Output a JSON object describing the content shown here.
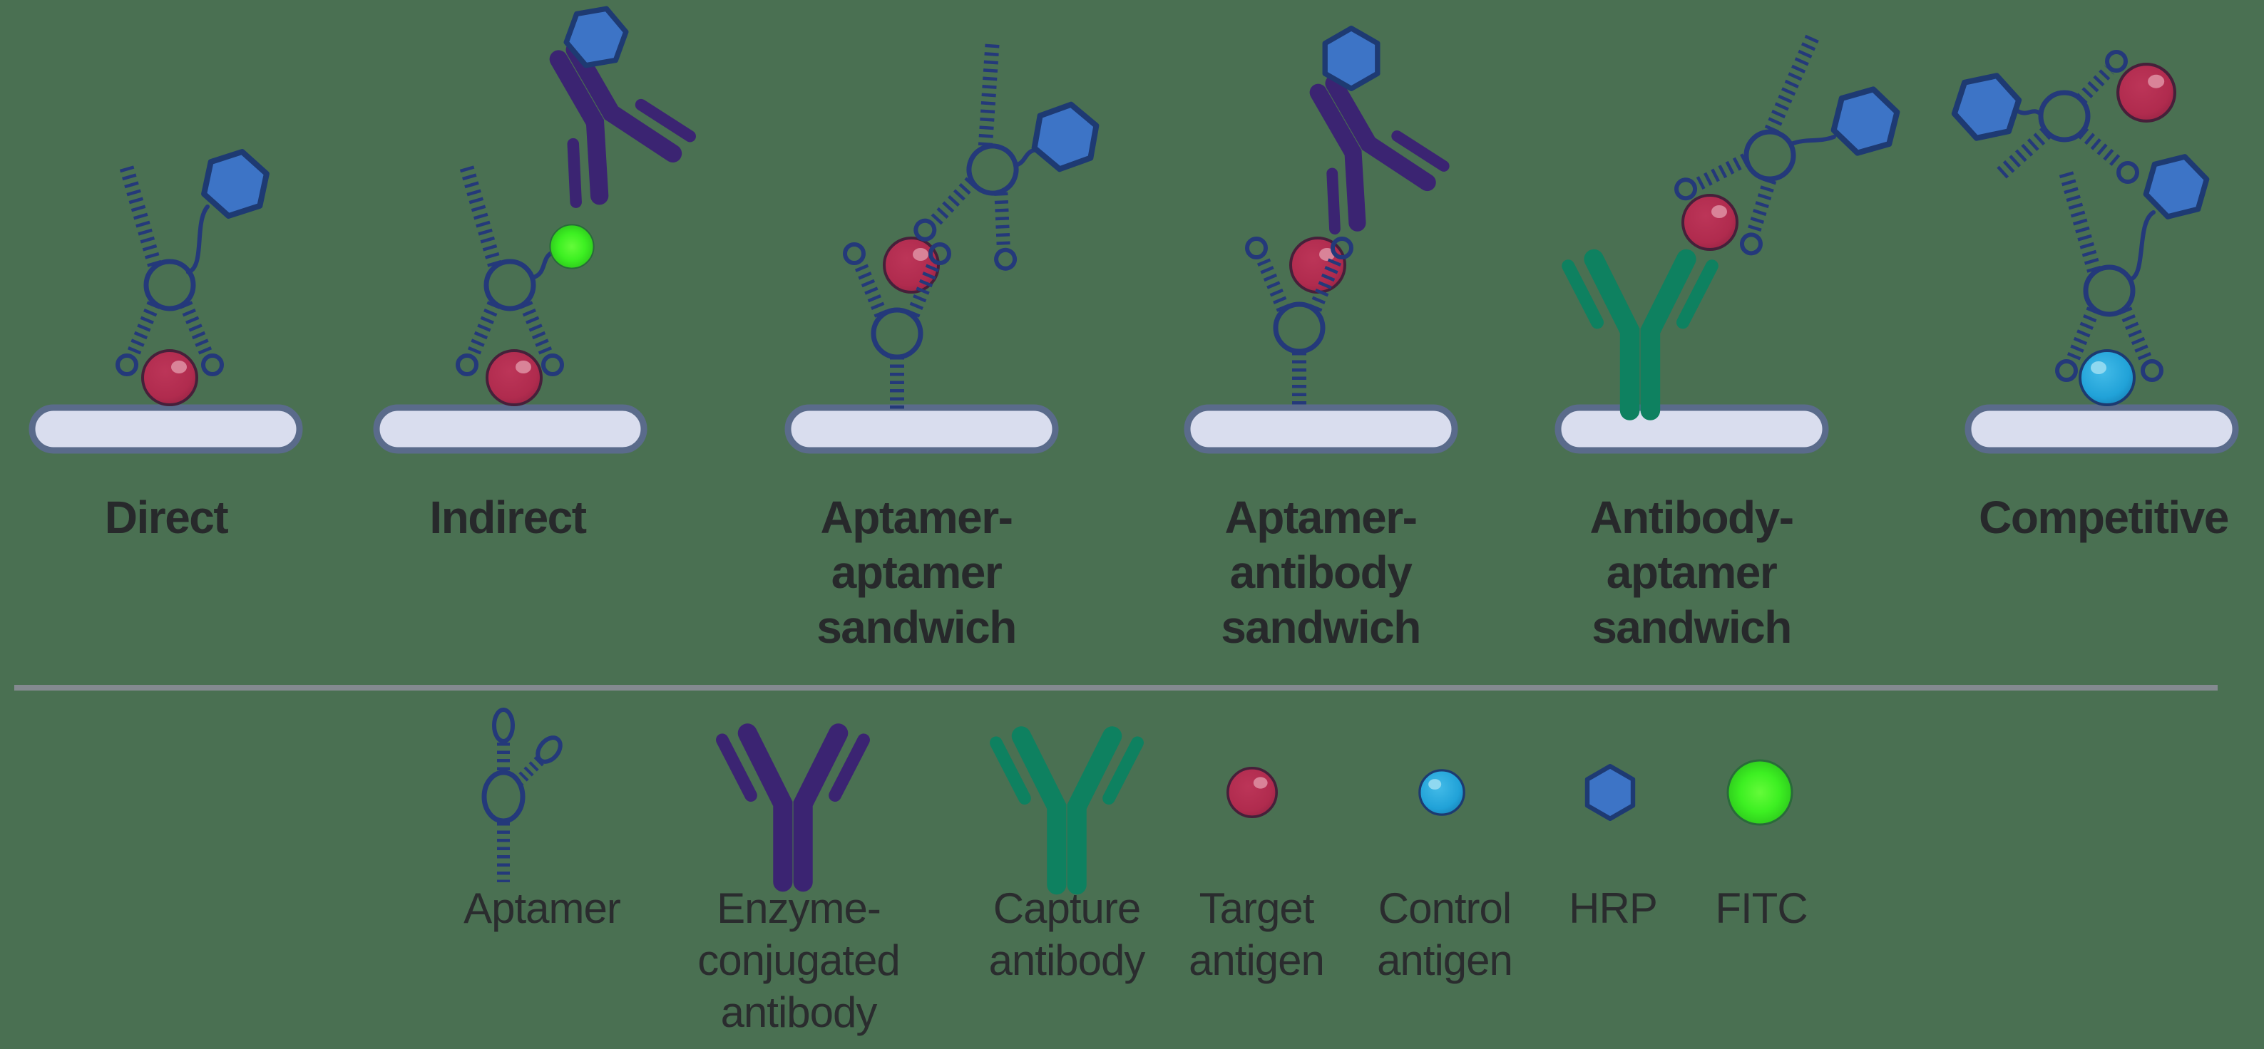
{
  "figure": {
    "background_color": "#4a7052",
    "panels": [
      {
        "title": "Direct"
      },
      {
        "title": "Indirect"
      },
      {
        "title": "Aptamer-\naptamer\nsandwich"
      },
      {
        "title": "Aptamer-\nantibody\nsandwich"
      },
      {
        "title": "Antibody-\naptamer\nsandwich"
      },
      {
        "title": "Competitive"
      }
    ],
    "legend": {
      "items": [
        {
          "label": "Aptamer",
          "icon": "aptamer-icon"
        },
        {
          "label": "Enzyme-\nconjugated\nantibody",
          "icon": "enzyme-conjugated-antibody-icon"
        },
        {
          "label": "Capture\nantibody",
          "icon": "capture-antibody-icon"
        },
        {
          "label": "Target\nantigen",
          "icon": "target-antigen-icon"
        },
        {
          "label": "Control\nantigen",
          "icon": "control-antigen-icon"
        },
        {
          "label": "HRP",
          "icon": "hrp-icon"
        },
        {
          "label": "FITC",
          "icon": "fitc-icon"
        }
      ]
    },
    "colors": {
      "aptamer_outline": "#24397a",
      "enzyme_conjugated_antibody": "#3b2472",
      "capture_antibody": "#0e8160",
      "target_antigen": "#b02b4e",
      "control_antigen": "#21a2d8",
      "hrp": "#3d74c6",
      "fitc": "#3df022",
      "surface_fill": "#d9ddee",
      "surface_border": "#5a6b8b",
      "divider": "#848a90",
      "title_text": "#27292b",
      "legend_text": "#2a2c2e"
    }
  }
}
